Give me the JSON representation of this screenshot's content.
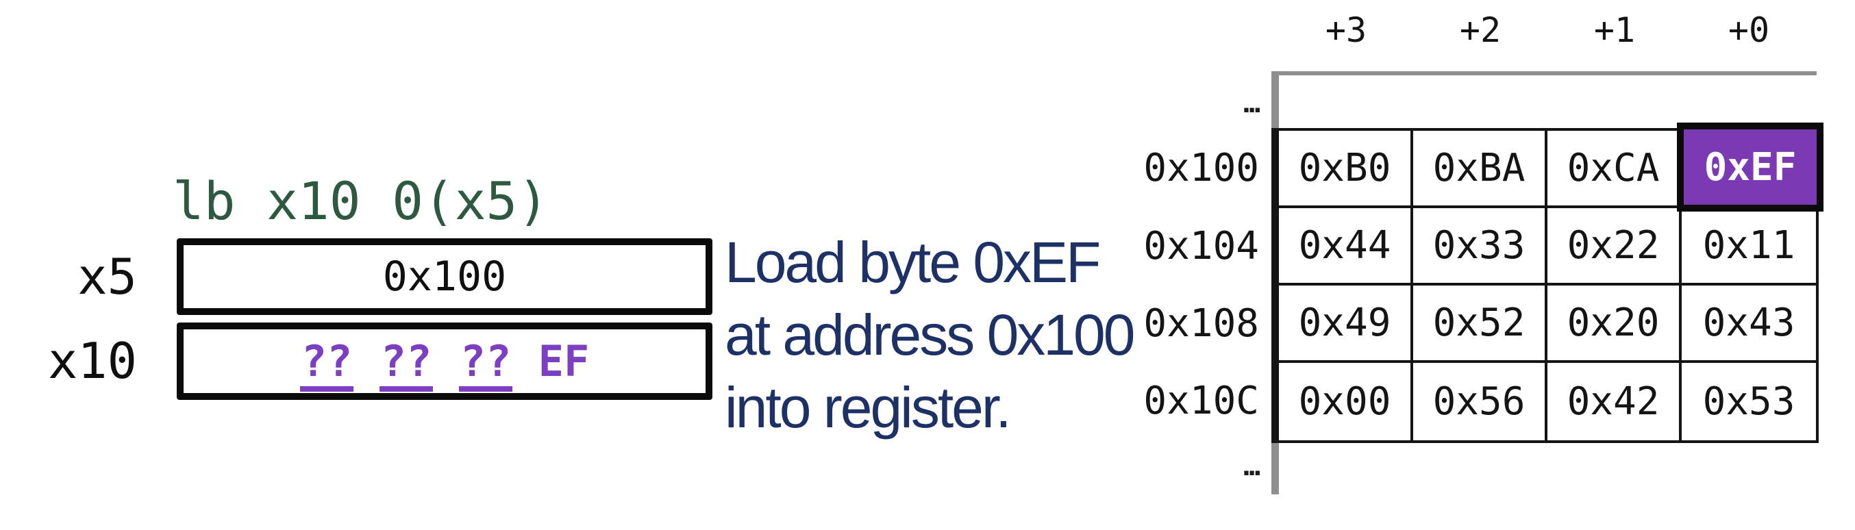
{
  "instruction": {
    "code": "lb x10 0(x5)",
    "color": "#2d5941"
  },
  "registers": [
    {
      "name": "x5",
      "value": "0x100"
    },
    {
      "name": "x10",
      "unknown_bytes": [
        "??",
        "??",
        "??"
      ],
      "loaded_byte": "EF",
      "color": "#7d3fc1"
    }
  ],
  "caption": {
    "lines": [
      "Load byte 0xEF",
      "at address 0x100",
      "into register."
    ],
    "color": "#1e3166"
  },
  "memory": {
    "byte_offset_headers": [
      "+3",
      "+2",
      "+1",
      "+0"
    ],
    "ellipsis_top": "...",
    "ellipsis_bottom": "...",
    "rows": [
      {
        "address": "0x100",
        "bytes": [
          "0xB0",
          "0xBA",
          "0xCA",
          "0xEF"
        ]
      },
      {
        "address": "0x104",
        "bytes": [
          "0x44",
          "0x33",
          "0x22",
          "0x11"
        ]
      },
      {
        "address": "0x108",
        "bytes": [
          "0x49",
          "0x52",
          "0x20",
          "0x43"
        ]
      },
      {
        "address": "0x10C",
        "bytes": [
          "0x00",
          "0x56",
          "0x42",
          "0x53"
        ]
      }
    ],
    "highlight": {
      "row": 0,
      "col": 3,
      "value": "0xEF",
      "background": "#7b3ab4",
      "text_color": "#ffffff"
    },
    "gridline_color": "#141414",
    "axis_line_color": "#8f8f8f"
  }
}
